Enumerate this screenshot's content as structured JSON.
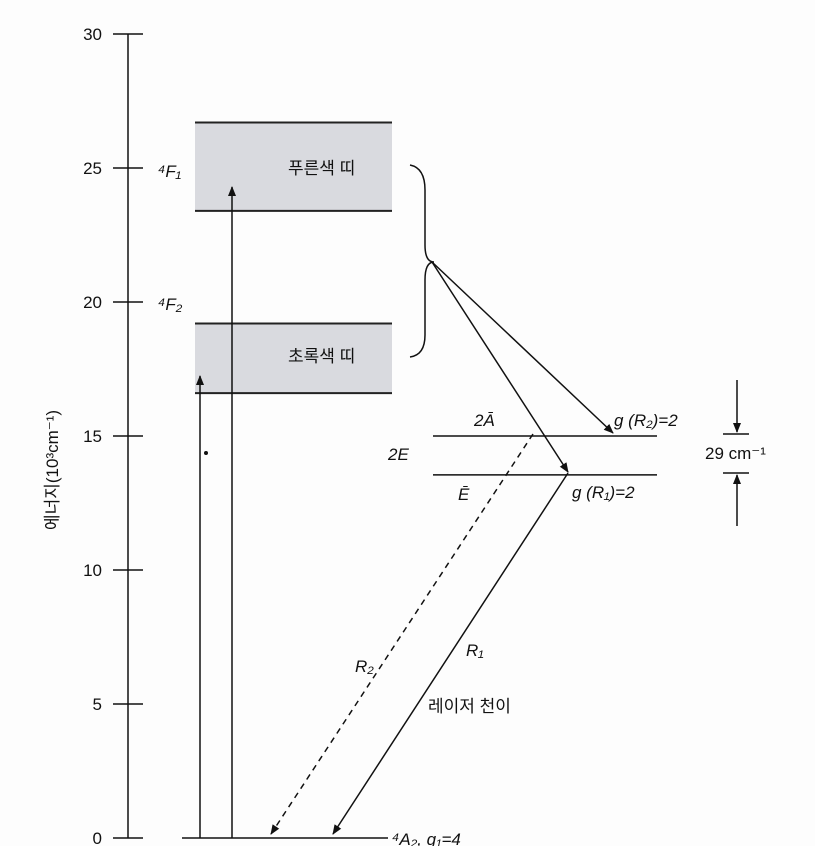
{
  "axis": {
    "label": "에너지(10³cm⁻¹)",
    "ticks": [
      "0",
      "5",
      "10",
      "15",
      "20",
      "25",
      "30"
    ],
    "tick_values": [
      0,
      5,
      10,
      15,
      20,
      25,
      30
    ]
  },
  "bands": [
    {
      "state": "⁴F₁",
      "name": "푸른색 띠",
      "range": [
        23.4,
        26.7
      ],
      "color": "#d9dadf"
    },
    {
      "state": "⁴F₂",
      "name": "초록색 띠",
      "range": [
        16.6,
        19.2
      ],
      "color": "#d9dadf"
    }
  ],
  "levels": {
    "group": "2E",
    "upper": {
      "name": "2Ā",
      "g": "g (R₂)=2",
      "energy": 15.0
    },
    "lower": {
      "name": "Ē",
      "g": "g (R₁)=2",
      "energy": 13.55
    },
    "ground": {
      "label": "⁴A₂, g₁=4",
      "energy": 0
    },
    "splitting": "29 cm⁻¹"
  },
  "transitions": {
    "r2": "R₂",
    "r1": "R₁",
    "laser": "레이저 천이"
  }
}
